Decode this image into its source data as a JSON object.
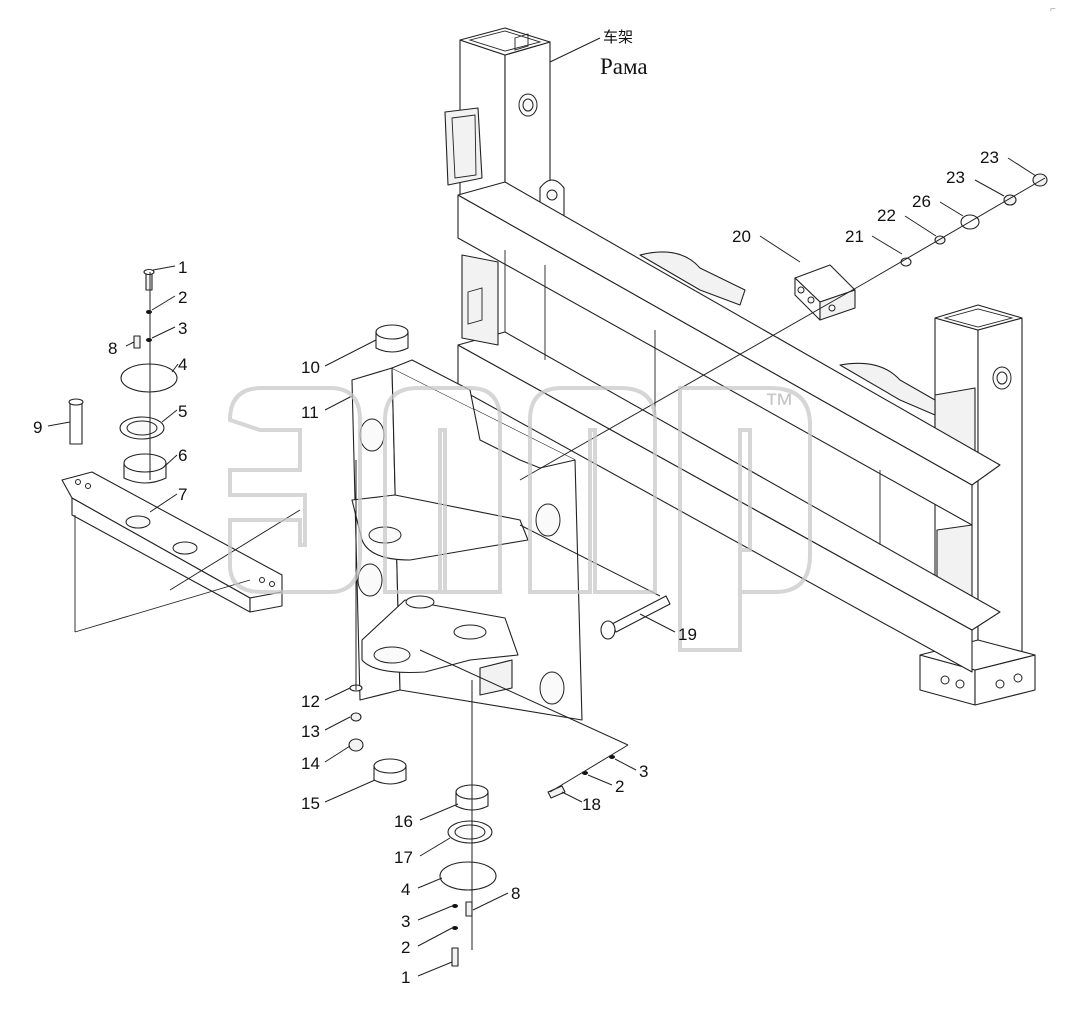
{
  "title": {
    "chinese": "车架",
    "russian": "Рама"
  },
  "watermark": {
    "trademark": "™",
    "color": "#c8c8c8"
  },
  "callouts": [
    {
      "id": "c1a",
      "label": "1"
    },
    {
      "id": "c2a",
      "label": "2"
    },
    {
      "id": "c3a",
      "label": "3"
    },
    {
      "id": "c8a",
      "label": "8"
    },
    {
      "id": "c4a",
      "label": "4"
    },
    {
      "id": "c5",
      "label": "5"
    },
    {
      "id": "c9",
      "label": "9"
    },
    {
      "id": "c6",
      "label": "6"
    },
    {
      "id": "c7",
      "label": "7"
    },
    {
      "id": "c10",
      "label": "10"
    },
    {
      "id": "c11",
      "label": "11"
    },
    {
      "id": "c12",
      "label": "12"
    },
    {
      "id": "c13",
      "label": "13"
    },
    {
      "id": "c14",
      "label": "14"
    },
    {
      "id": "c15",
      "label": "15"
    },
    {
      "id": "c16",
      "label": "16"
    },
    {
      "id": "c17",
      "label": "17"
    },
    {
      "id": "c4b",
      "label": "4"
    },
    {
      "id": "c8b",
      "label": "8"
    },
    {
      "id": "c3b",
      "label": "3"
    },
    {
      "id": "c2b",
      "label": "2"
    },
    {
      "id": "c1b",
      "label": "1"
    },
    {
      "id": "c3c",
      "label": "3"
    },
    {
      "id": "c2c",
      "label": "2"
    },
    {
      "id": "c18",
      "label": "18"
    },
    {
      "id": "c19",
      "label": "19"
    },
    {
      "id": "c20",
      "label": "20"
    },
    {
      "id": "c21",
      "label": "21"
    },
    {
      "id": "c22",
      "label": "22"
    },
    {
      "id": "c26",
      "label": "26"
    },
    {
      "id": "c23a",
      "label": "23"
    },
    {
      "id": "c23b",
      "label": "23"
    }
  ]
}
